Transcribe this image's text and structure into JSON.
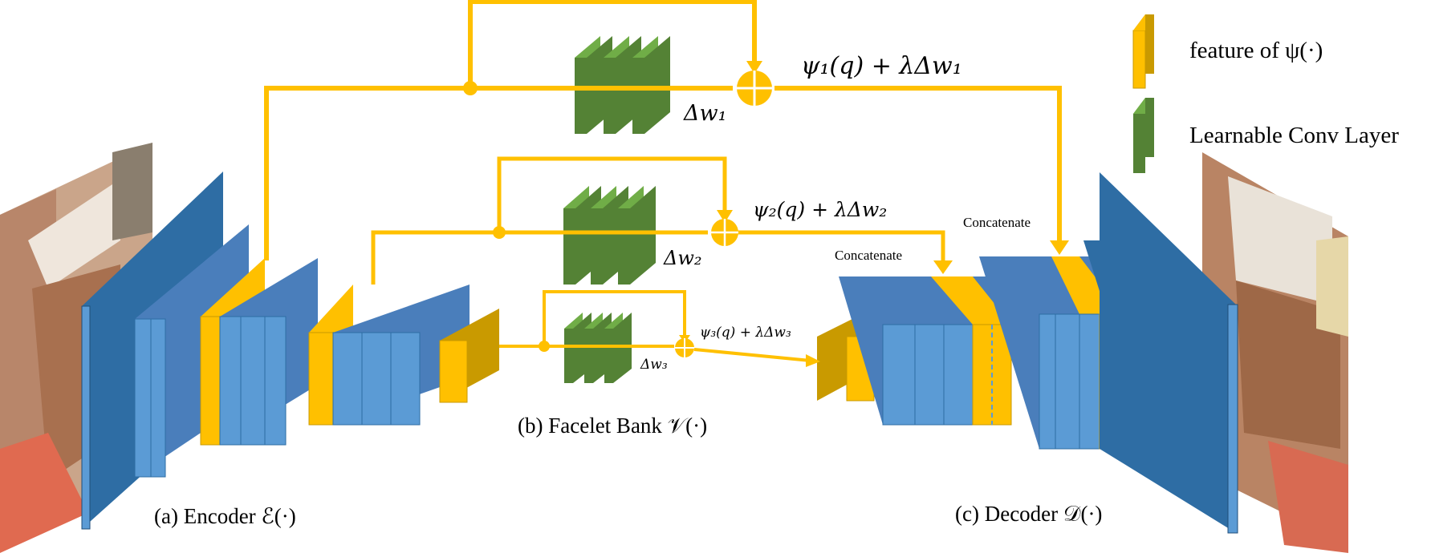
{
  "colors": {
    "feature": "#FFC000",
    "feature_dark": "#C99A00",
    "conv": "#548235",
    "conv_light": "#70AD47",
    "blue_front": "#5B9BD5",
    "blue_side": "#2E6DA4",
    "blue_dark": "#4A7EBB",
    "path": "#FFC000"
  },
  "legend": {
    "feature_label": "feature of ψ(·)",
    "conv_label": "Learnable Conv Layer"
  },
  "labels": {
    "encoder": "(a) Encoder ℰ(·)",
    "facelet": "(b) Facelet Bank 𝒱(·)",
    "decoder": "(c) Decoder 𝒟(·)",
    "concat_top": "Concatenate",
    "concat_mid": "Concatenate"
  },
  "formulas": {
    "f1": "ψ₁(q) + λΔw₁",
    "f2": "ψ₂(q) + λΔw₂",
    "f3": "ψ₃(q) + λΔw₃",
    "dw1": "Δw₁",
    "dw2": "Δw₂",
    "dw3": "Δw₃"
  },
  "icons": {
    "sum": "circled-plus-icon",
    "input_photo": "face-photo-input",
    "output_photo": "face-photo-output"
  }
}
